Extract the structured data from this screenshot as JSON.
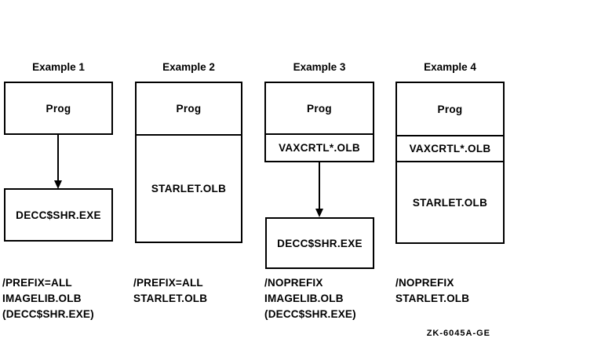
{
  "figure": {
    "colors": {
      "ink": "#000000",
      "background": "#ffffff"
    },
    "figure_code": "ZK-6045A-GE",
    "examples": [
      {
        "label": "Example 1",
        "stack": [
          "Prog"
        ],
        "target": "DECC$SHR.EXE",
        "caption": [
          "/PREFIX=ALL",
          "IMAGELIB.OLB",
          "(DECC$SHR.EXE)"
        ]
      },
      {
        "label": "Example 2",
        "stack": [
          "Prog",
          "STARLET.OLB"
        ],
        "caption": [
          "/PREFIX=ALL",
          "STARLET.OLB"
        ]
      },
      {
        "label": "Example 3",
        "stack": [
          "Prog",
          "VAXCRTL*.OLB"
        ],
        "target": "DECC$SHR.EXE",
        "caption": [
          "/NOPREFIX",
          "IMAGELIB.OLB",
          "(DECC$SHR.EXE)"
        ]
      },
      {
        "label": "Example 4",
        "stack": [
          "Prog",
          "VAXCRTL*.OLB",
          "STARLET.OLB"
        ],
        "caption": [
          "/NOPREFIX",
          "STARLET.OLB"
        ]
      }
    ]
  }
}
